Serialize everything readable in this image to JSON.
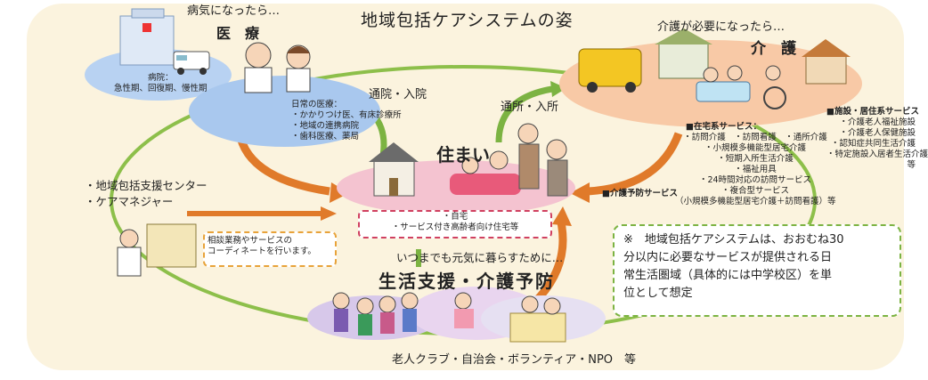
{
  "title": "地域包括ケアシステムの姿",
  "medical": {
    "lead": "病気になったら…",
    "heading": "医　療",
    "hospital": "病院：\n急性期、回復期、慢性期",
    "daily": "日常の医療：\n・かかりつけ医、有床診療所\n・地域の連携病院\n・歯科医療、薬局",
    "arrow_label": "通院・入院"
  },
  "care": {
    "lead": "介護が必要になったら…",
    "heading": "介　護",
    "arrow_label": "通所・入所",
    "home_services_title": "■在宅系サービス：",
    "home_services": "・訪問介護　・訪問看護　・通所介護\n・小規模多機能型居宅介護\n・短期入所生活介護\n・福祉用具\n・24時間対応の訪問サービス\n・複合型サービス\n（小規模多機能型居宅介護＋訪問看護）等",
    "facility_title": "■施設・居住系サービス",
    "facility_services": "・介護老人福祉施設\n・介護老人保健施設\n・認知症共同生活介護\n・特定施設入居者生活介護\n等",
    "prevention": "■介護予防サービス"
  },
  "home": {
    "heading": "住まい",
    "items": "・自宅\n・サービス付き高齢者向け住宅等"
  },
  "support_center": {
    "label": "・地域包括支援センター\n・ケアマネジャー",
    "bubble": "相談業務やサービスの\nコーディネートを行います。"
  },
  "living": {
    "lead": "いつまでも元気に暮らすために…",
    "heading": "生活支援・介護予防",
    "bottom": "老人クラブ・自治会・ボランティア・NPO　等"
  },
  "note": "※　地域包括ケアシステムは、おおむね30\n分以内に必要なサービスが提供される日\n常生活圏域（具体的には中学校区）を単\n位として想定",
  "colors": {
    "background": "#fbf3de",
    "medical_ellipse": "#a9c8ee",
    "care_ellipse": "#f8c9a6",
    "home_ellipse": "#f4c3d0",
    "living_ellipse": "#d7c8ea",
    "green_ring": "#8dbf4a",
    "orange_arrow": "#e07a2a"
  }
}
